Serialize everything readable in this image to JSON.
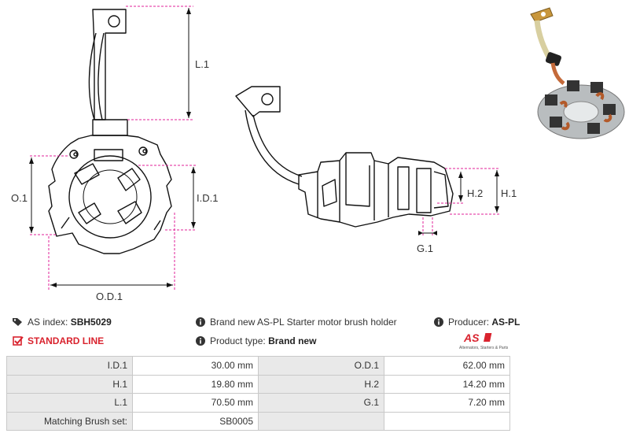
{
  "drawing": {
    "labels": {
      "l1": "L.1",
      "o1": "O.1",
      "id1": "I.D.1",
      "od1": "O.D.1",
      "h2": "H.2",
      "h1": "H.1",
      "g1": "G.1"
    }
  },
  "info": {
    "as_index_label": "AS index:",
    "as_index_value": "SBH5029",
    "description": "Brand new AS-PL Starter motor brush holder",
    "producer_label": "Producer:",
    "producer_value": "AS-PL",
    "line": "STANDARD LINE",
    "product_type_label": "Product type:",
    "product_type_value": "Brand new"
  },
  "logo": {
    "mark": "AS",
    "tagline": "Alternators, Starters & Parts"
  },
  "specs": [
    {
      "k1": "I.D.1",
      "v1": "30.00 mm",
      "k2": "O.D.1",
      "v2": "62.00 mm"
    },
    {
      "k1": "H.1",
      "v1": "19.80 mm",
      "k2": "H.2",
      "v2": "14.20 mm"
    },
    {
      "k1": "L.1",
      "v1": "70.50 mm",
      "k2": "G.1",
      "v2": "7.20 mm"
    },
    {
      "k1": "Matching Brush set:",
      "v1": "SB0005",
      "k2": "",
      "v2": ""
    }
  ],
  "colors": {
    "accent_red": "#d9232e",
    "dimension_line": "#e0229a",
    "table_header_bg": "#e9e9e9"
  }
}
